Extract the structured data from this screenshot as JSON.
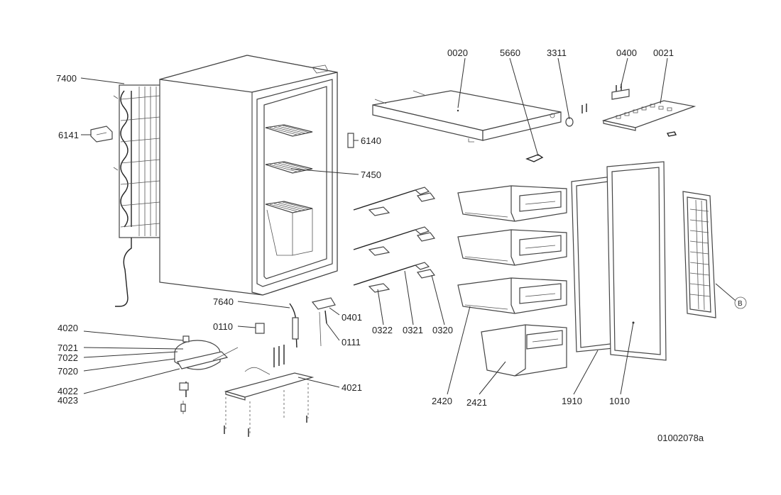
{
  "labels": {
    "p7400": "7400",
    "p6141": "6141",
    "p6140": "6140",
    "p7450": "7450",
    "p0020": "0020",
    "p5660": "5660",
    "p3311": "3311",
    "p0400": "0400",
    "p0021": "0021",
    "p7640": "7640",
    "p0110": "0110",
    "p0401": "0401",
    "p0111": "0111",
    "p4020": "4020",
    "p7021": "7021",
    "p7022": "7022",
    "p7020": "7020",
    "p4022": "4022",
    "p4023": "4023",
    "p4021": "4021",
    "p0322": "0322",
    "p0321": "0321",
    "p0320": "0320",
    "p2420": "2420",
    "p2421": "2421",
    "p1910": "1910",
    "p1010": "1010",
    "pB": "B"
  },
  "drawing_ref": "01002078a",
  "colors": {
    "line": "#333333",
    "background": "#ffffff"
  }
}
